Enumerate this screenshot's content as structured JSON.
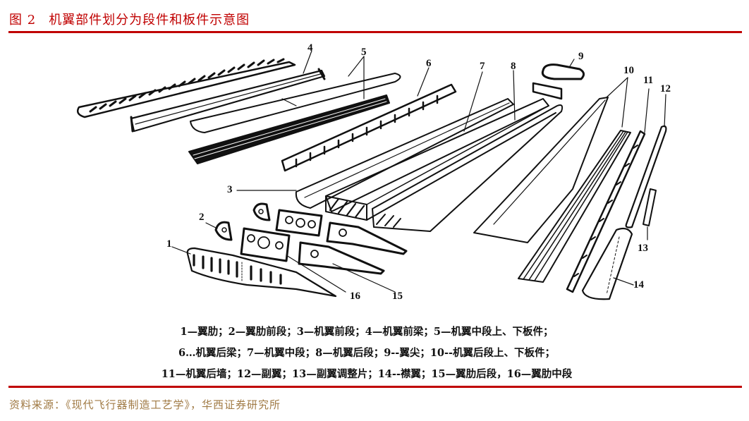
{
  "figure": {
    "number": "图 2",
    "title": "机翼部件划分为段件和板件示意图"
  },
  "drawing": {
    "callouts": [
      {
        "id": "1",
        "label": "1"
      },
      {
        "id": "2",
        "label": "2"
      },
      {
        "id": "3",
        "label": "3"
      },
      {
        "id": "4",
        "label": "4"
      },
      {
        "id": "5",
        "label": "5"
      },
      {
        "id": "6",
        "label": "6"
      },
      {
        "id": "7",
        "label": "7"
      },
      {
        "id": "8",
        "label": "8"
      },
      {
        "id": "9",
        "label": "9"
      },
      {
        "id": "10",
        "label": "10"
      },
      {
        "id": "11",
        "label": "11"
      },
      {
        "id": "12",
        "label": "12"
      },
      {
        "id": "13",
        "label": "13"
      },
      {
        "id": "14",
        "label": "14"
      },
      {
        "id": "15",
        "label": "15"
      },
      {
        "id": "16",
        "label": "16"
      }
    ]
  },
  "legend": {
    "lines": [
      "1—翼肋；2—翼肋前段；3—机翼前段；4—机翼前梁；5—机翼中段上、下板件；",
      "6…机翼后梁；7—机翼中段；8—机翼后段；9--翼尖；10--机翼后段上、下板件；",
      "11—机翼后墙；12—副翼；13—副翼调整片；14--襟翼；15—翼肋后段，16—翼肋中段"
    ],
    "items": [
      {
        "num": "1",
        "name": "翼肋"
      },
      {
        "num": "2",
        "name": "翼肋前段"
      },
      {
        "num": "3",
        "name": "机翼前段"
      },
      {
        "num": "4",
        "name": "机翼前梁"
      },
      {
        "num": "5",
        "name": "机翼中段上、下板件"
      },
      {
        "num": "6",
        "name": "机翼后梁"
      },
      {
        "num": "7",
        "name": "机翼中段"
      },
      {
        "num": "8",
        "name": "机翼后段"
      },
      {
        "num": "9",
        "name": "翼尖"
      },
      {
        "num": "10",
        "name": "机翼后段上、下板件"
      },
      {
        "num": "11",
        "name": "机翼后墙"
      },
      {
        "num": "12",
        "name": "副翼"
      },
      {
        "num": "13",
        "name": "副翼调整片"
      },
      {
        "num": "14",
        "name": "襟翼"
      },
      {
        "num": "15",
        "name": "翼肋后段"
      },
      {
        "num": "16",
        "name": "翼肋中段"
      }
    ]
  },
  "source": {
    "text": "资料来源：《现代飞行器制造工艺学》，华西证券研究所"
  },
  "colors": {
    "accent": "#c00000",
    "source_text": "#a07a44",
    "ink": "#111111"
  }
}
